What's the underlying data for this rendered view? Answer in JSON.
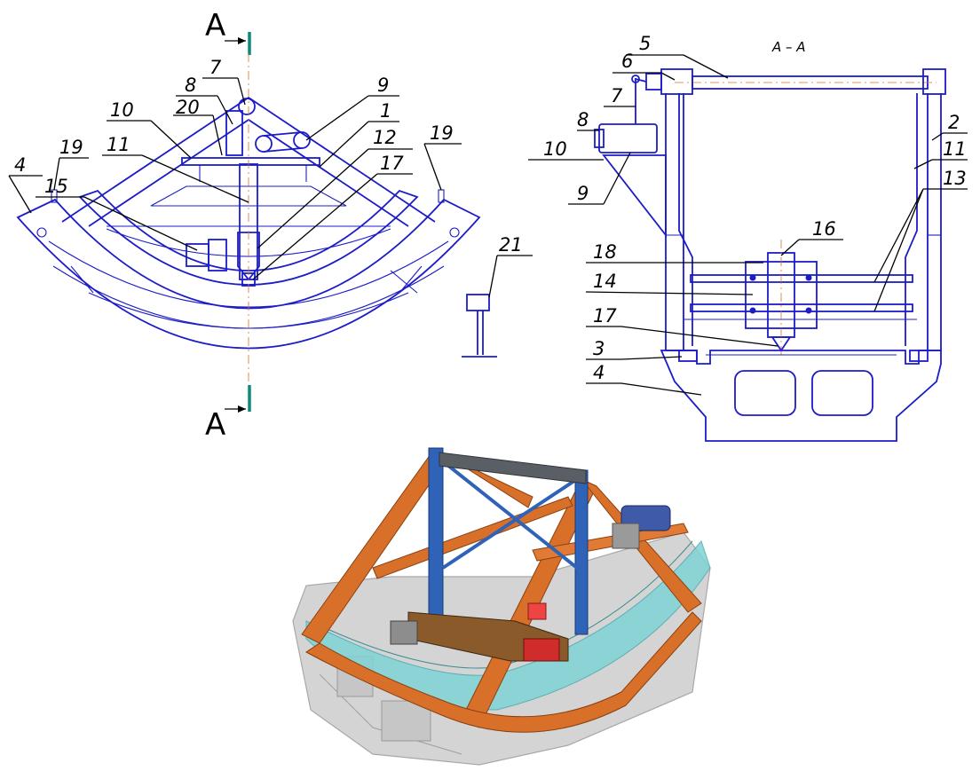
{
  "section": {
    "letter": "A",
    "title": "A – A"
  },
  "left_view_labels": [
    "7",
    "8",
    "9",
    "10",
    "20",
    "1",
    "11",
    "12",
    "17",
    "19",
    "19",
    "4",
    "15",
    "21"
  ],
  "right_view_labels": [
    "5",
    "6",
    "7",
    "8",
    "10",
    "9",
    "2",
    "11",
    "13",
    "18",
    "16",
    "14",
    "17",
    "3",
    "4"
  ],
  "colors": {
    "line": "#1c1cc8",
    "frame": "#d9702a",
    "post": "#2f63b8",
    "rail": "#6cc3c8",
    "housing": "#c8c8c8",
    "marker": "#0a8a7a"
  }
}
